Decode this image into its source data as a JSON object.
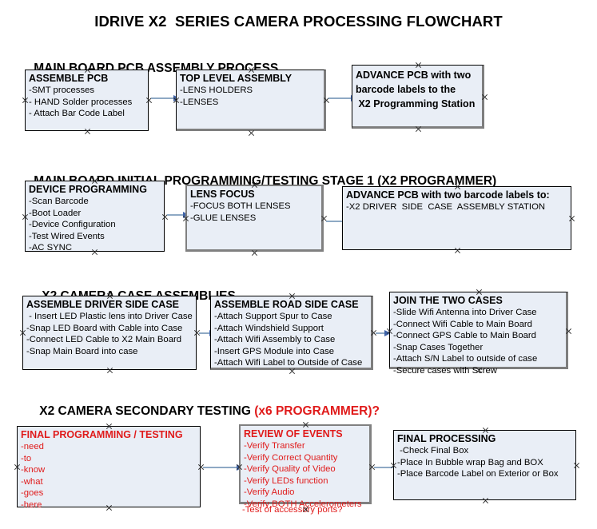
{
  "document": {
    "title": "IDRIVE X2  SERIES CAMERA PROCESSING FLOWCHART"
  },
  "sections": [
    {
      "id": "main-board-pcb-assembly",
      "header": "MAIN BOARD PCB ASSEMBLY PROCESS",
      "header_accent": ""
    },
    {
      "id": "main-board-initial-programming",
      "header": "MAIN BOARD INITIAL PROGRAMMING/TESTING STAGE 1 (X2 PROGRAMMER)",
      "header_accent": ""
    },
    {
      "id": "x2-camera-case-assemblies",
      "header": "X2 CAMERA CASE ASSEMBLIES",
      "header_accent": ""
    },
    {
      "id": "x2-camera-secondary-testing",
      "header": "X2 CAMERA SECONDARY TESTING ",
      "header_accent": "(x6 PROGRAMMER)?"
    }
  ],
  "nodes": {
    "assemble_pcb": {
      "title": "ASSEMBLE PCB",
      "lines": [
        "-SMT processes",
        "- HAND Solder processes",
        "- Attach Bar Code Label"
      ]
    },
    "top_level_assembly": {
      "title": "TOP LEVEL ASSEMBLY",
      "lines": [
        "-LENS HOLDERS",
        "-LENSES"
      ]
    },
    "advance_pcb_station": {
      "title": "ADVANCE PCB with two\nbarcode labels to the\n X2 Programming Station",
      "lines": []
    },
    "device_programming": {
      "title": "DEVICE PROGRAMMING",
      "lines": [
        "-Scan Barcode",
        "-Boot Loader",
        "-Device Configuration",
        "-Test Wired Events",
        "-AC SYNC"
      ]
    },
    "lens_focus": {
      "title": "LENS FOCUS",
      "lines": [
        "-FOCUS BOTH LENSES",
        "-GLUE LENSES"
      ]
    },
    "advance_pcb_driver_side": {
      "title": "ADVANCE PCB with two barcode labels to:",
      "lines": [
        "-X2 DRIVER  SIDE  CASE  ASSEMBLY STATION"
      ]
    },
    "assemble_driver_side_case": {
      "title": "ASSEMBLE DRIVER SIDE CASE",
      "lines": [
        " - Insert LED Plastic lens into Driver Case",
        "-Snap LED Board with Cable into Case",
        "-Connect LED Cable to X2 Main Board",
        "-Snap Main Board into case"
      ]
    },
    "assemble_road_side_case": {
      "title": "ASSEMBLE ROAD SIDE CASE",
      "lines": [
        "-Attach Support Spur to Case",
        "-Attach Windshield Support",
        "-Attach Wifi Assembly to Case",
        "-Insert GPS Module into Case",
        "-Attach Wifi Label to Outside of Case"
      ]
    },
    "join_the_two_cases": {
      "title": "JOIN THE TWO CASES",
      "lines": [
        "-Slide Wifi Antenna into Driver Case",
        "-Connect Wifi Cable to Main Board",
        "-Connect GPS Cable to Main Board",
        "-Snap Cases Together",
        "-Attach S/N Label to outside of case",
        "-Secure cases with Screw"
      ]
    },
    "final_programming_testing": {
      "title": "FINAL PROGRAMMING / TESTING",
      "lines": [
        "-need",
        "-to",
        "-know",
        "-what",
        "-goes",
        "-here"
      ]
    },
    "review_of_events": {
      "title": "REVIEW OF EVENTS",
      "lines": [
        "-Verify Transfer",
        "-Verify Correct Quantity",
        "-Verify Quality of Video",
        "-Verify LEDs function",
        "-Verify Audio",
        "-Verify BOTH Accelerometers"
      ],
      "overflow_line": "-Test of accessory ports?"
    },
    "final_processing": {
      "title": "FINAL PROCESSING",
      "lines": [
        " -Check Final Box",
        "-Place In Bubble wrap Bag and BOX",
        "-Place Barcode Label on Exterior or Box"
      ]
    }
  },
  "colors": {
    "box_fill": "#e9eef6",
    "box_border": "#000000",
    "shadow_border": "#7e7e7e",
    "connector_line": "#8ea9c4",
    "arrow_head": "#3f63a8",
    "accent_red": "#e01b1b",
    "text": "#000000"
  }
}
